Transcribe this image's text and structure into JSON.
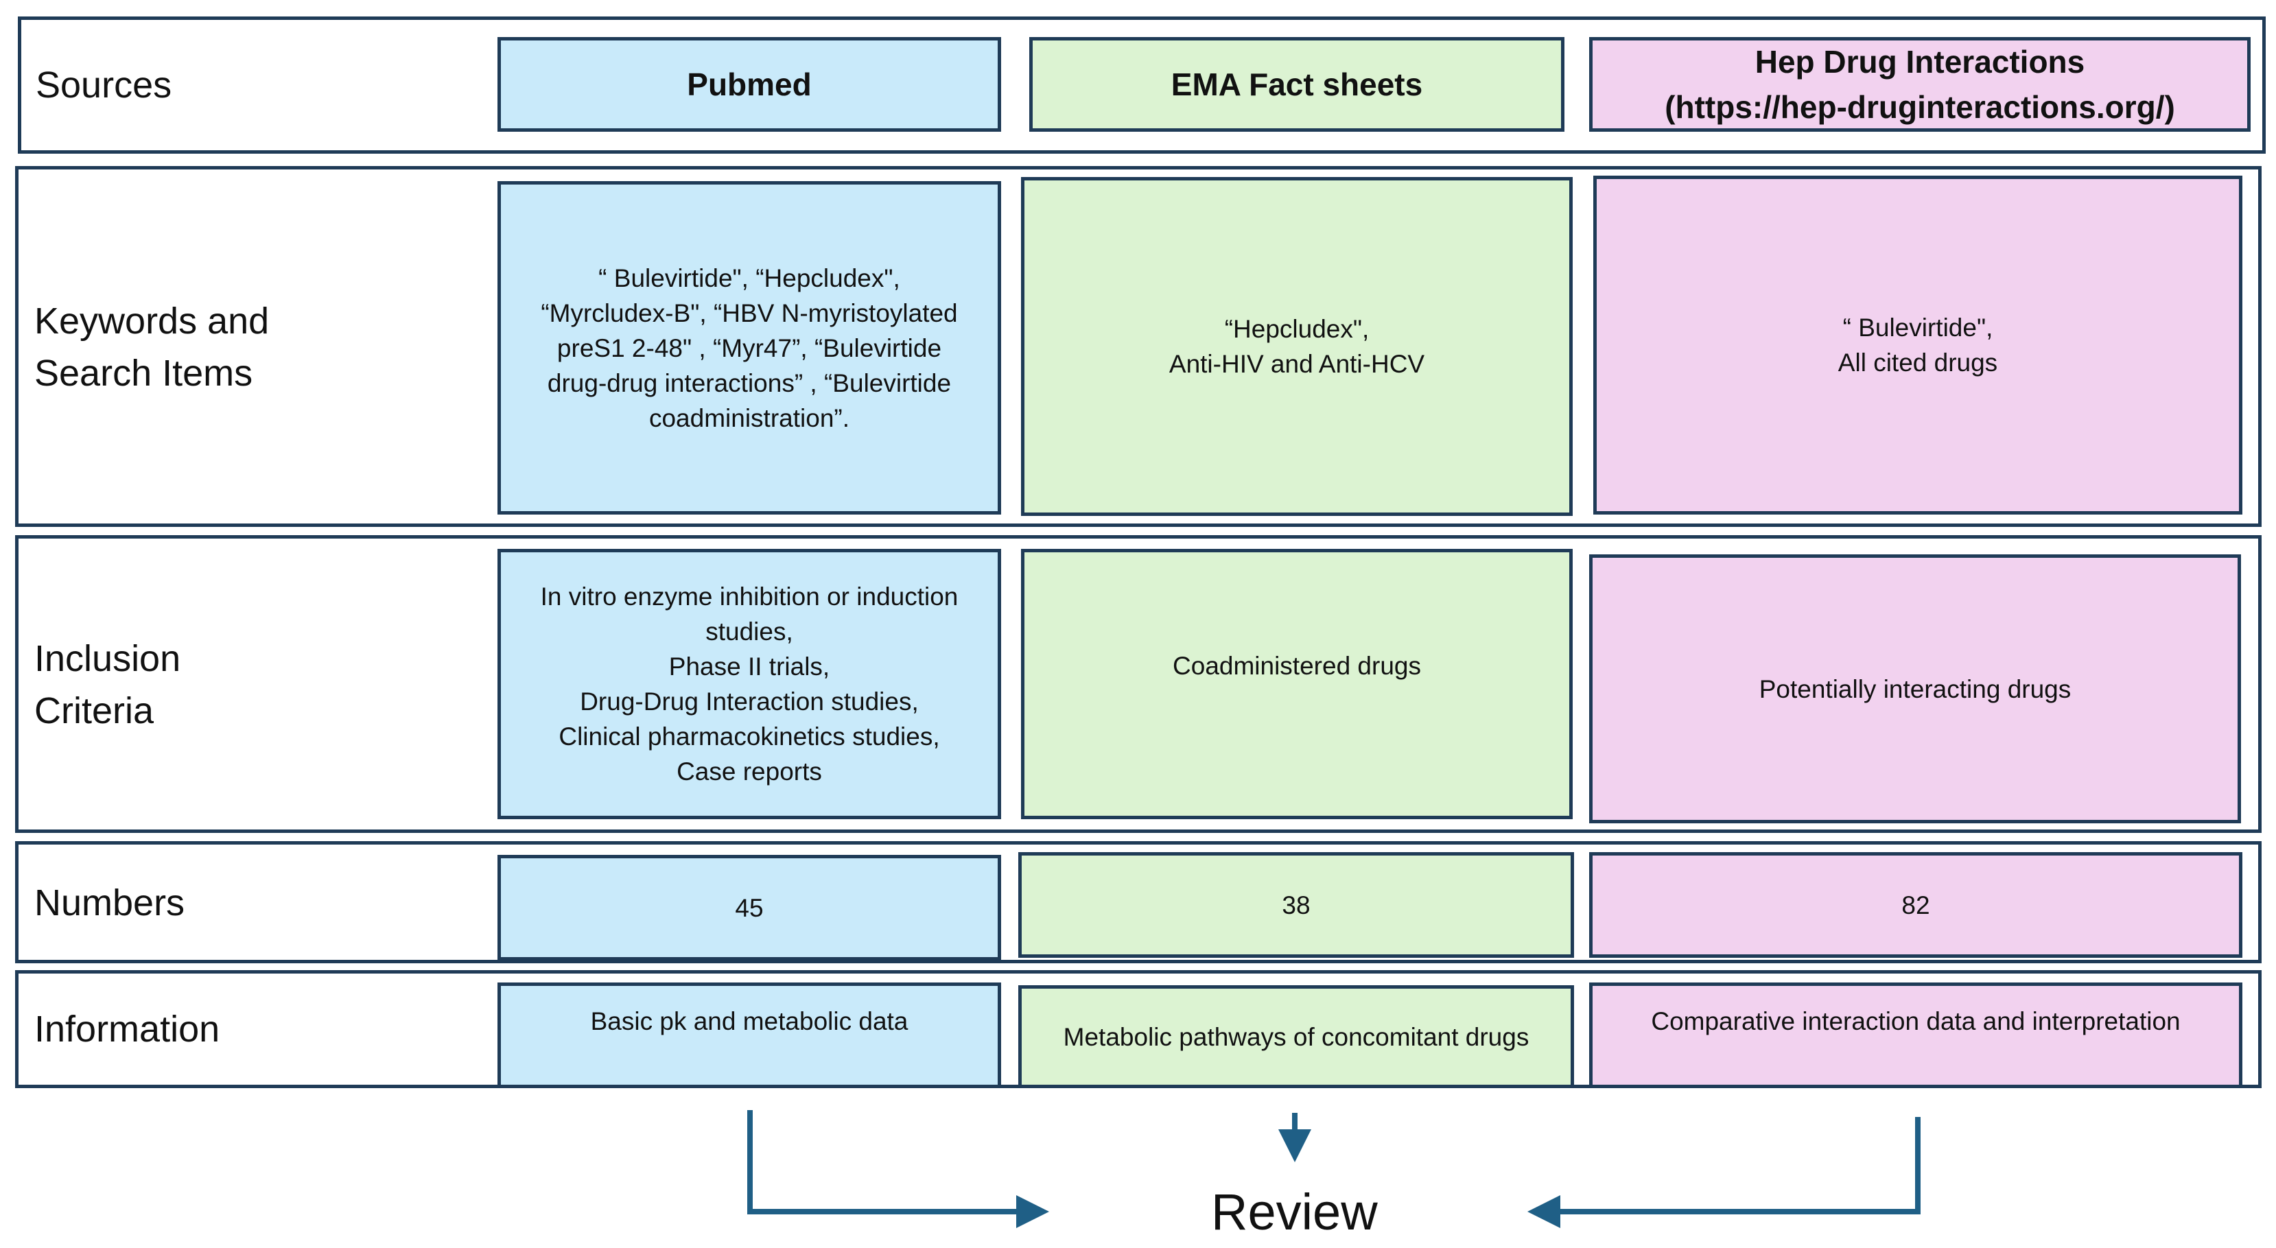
{
  "rows": {
    "sources": {
      "label": "Sources",
      "pubmed": "Pubmed",
      "ema": "EMA Fact sheets",
      "hep": "Hep Drug Interactions\n(https://hep-druginteractions.org/)"
    },
    "keywords": {
      "label": "Keywords and\nSearch Items",
      "pubmed": "“ Bulevirtide\", “Hepcludex\",\n“Myrcludex-B\", “HBV N-myristoylated\npreS1 2-48\" , “Myr47”, “Bulevirtide\ndrug-drug interactions” , “Bulevirtide\ncoadministration”.",
      "ema": "“Hepcludex\",\nAnti-HIV and Anti-HCV",
      "hep": "“ Bulevirtide\",\nAll cited drugs"
    },
    "inclusion": {
      "label": "Inclusion\nCriteria",
      "pubmed": "In vitro enzyme inhibition or induction\nstudies,\nPhase II trials,\nDrug-Drug Interaction studies,\nClinical pharmacokinetics studies,\nCase reports",
      "ema": "Coadministered drugs",
      "hep": "Potentially interacting drugs"
    },
    "numbers": {
      "label": "Numbers",
      "pubmed": "45",
      "ema": "38",
      "hep": "82"
    },
    "information": {
      "label": "Information",
      "pubmed": "Basic pk and metabolic  data",
      "ema": "Metabolic pathways of concomitant drugs",
      "hep": "Comparative interaction data and interpretation"
    }
  },
  "review": "Review",
  "colors": {
    "border": "#1f3b57",
    "arrow": "#1f5f86",
    "pubmed": "#c9eafa",
    "ema": "#dcf3d2",
    "hep": "#f2d2ef"
  }
}
